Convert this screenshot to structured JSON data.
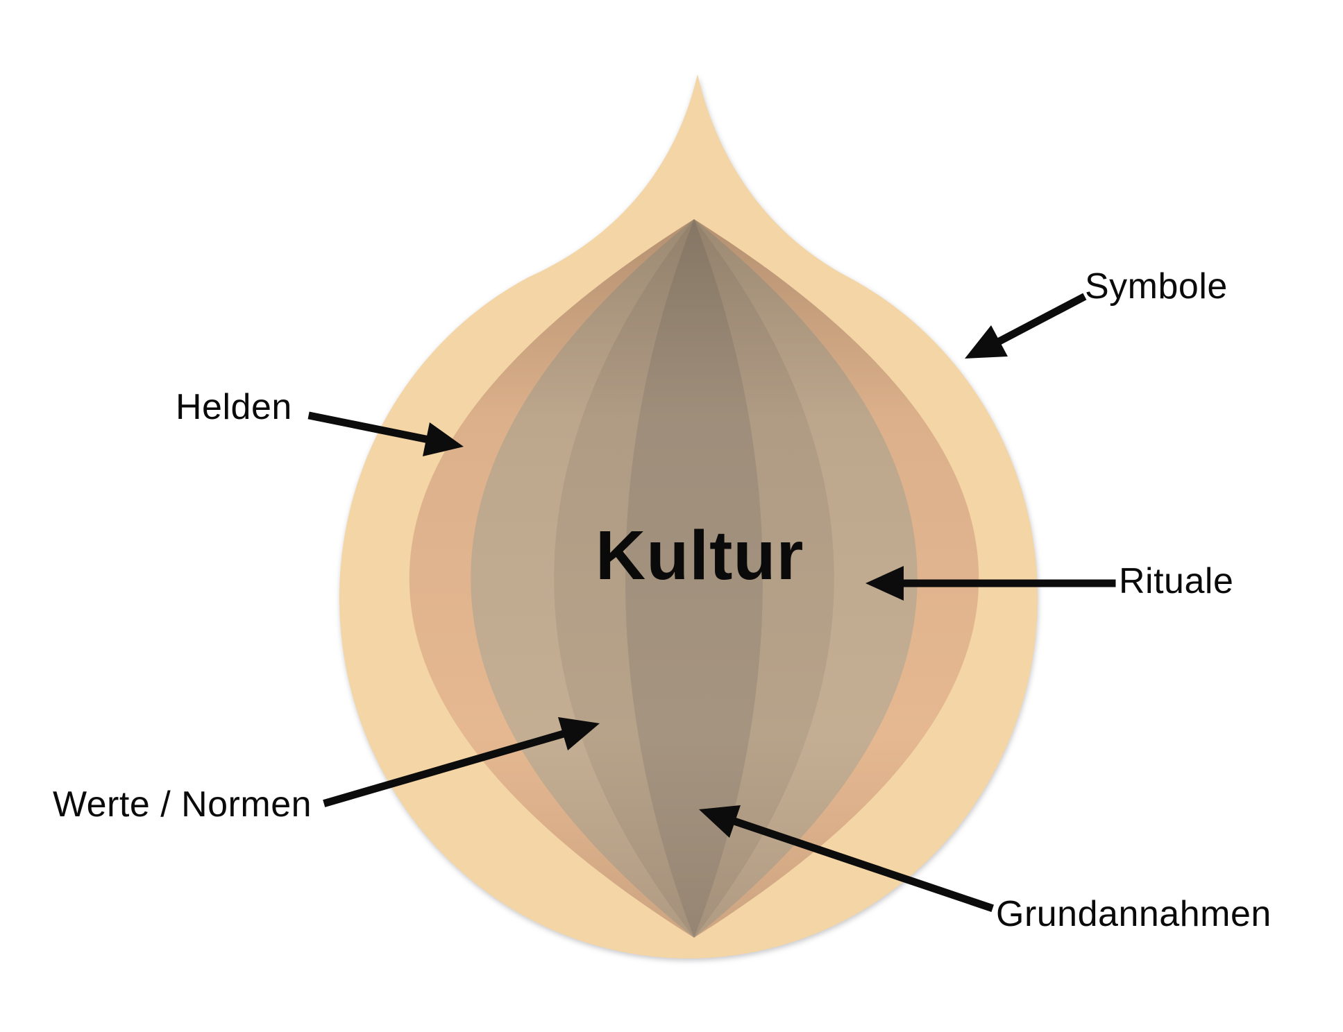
{
  "diagram": {
    "type": "onion-model",
    "center_label": "Kultur",
    "background": "#ffffff",
    "text_color": "#0a0a0a",
    "arrow_color": "#0c0c0c",
    "layers": [
      {
        "label": "Symbole",
        "color": "#f3d5a6",
        "position": "outermost layer"
      },
      {
        "label": "Helden",
        "color": "#e5b891",
        "position": "second layer"
      },
      {
        "label": "Rituale",
        "color": "#c4ae93",
        "position": "third layer"
      },
      {
        "label": "Werte / Normen",
        "color": "#b7a28a",
        "position": "fourth layer"
      },
      {
        "label": "Grundannahmen",
        "color": "#a59480",
        "position": "core"
      }
    ]
  }
}
